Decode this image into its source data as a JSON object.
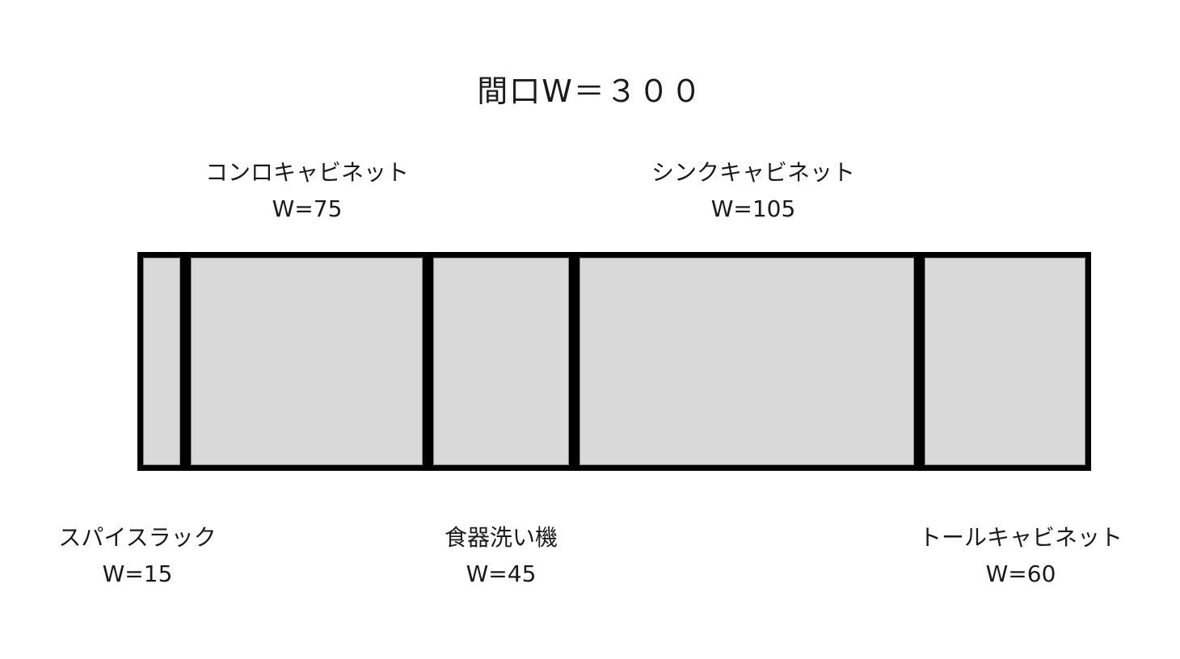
{
  "title": "間口W＝３００",
  "diagram": {
    "total_width": 300,
    "fill_color": "#d9d9d9",
    "stroke_color": "#000000",
    "cabinets": [
      {
        "name": "スパイスラック",
        "width_label": "W=15",
        "width": 15,
        "label_position": "below"
      },
      {
        "name": "コンロキャビネット",
        "width_label": "W=75",
        "width": 75,
        "label_position": "above"
      },
      {
        "name": "食器洗い機",
        "width_label": "W=45",
        "width": 45,
        "label_position": "below"
      },
      {
        "name": "シンクキャビネット",
        "width_label": "W=105",
        "width": 105,
        "label_position": "above"
      },
      {
        "name": "トールキャビネット",
        "width_label": "W=60",
        "width": 60,
        "label_position": "below"
      }
    ]
  }
}
